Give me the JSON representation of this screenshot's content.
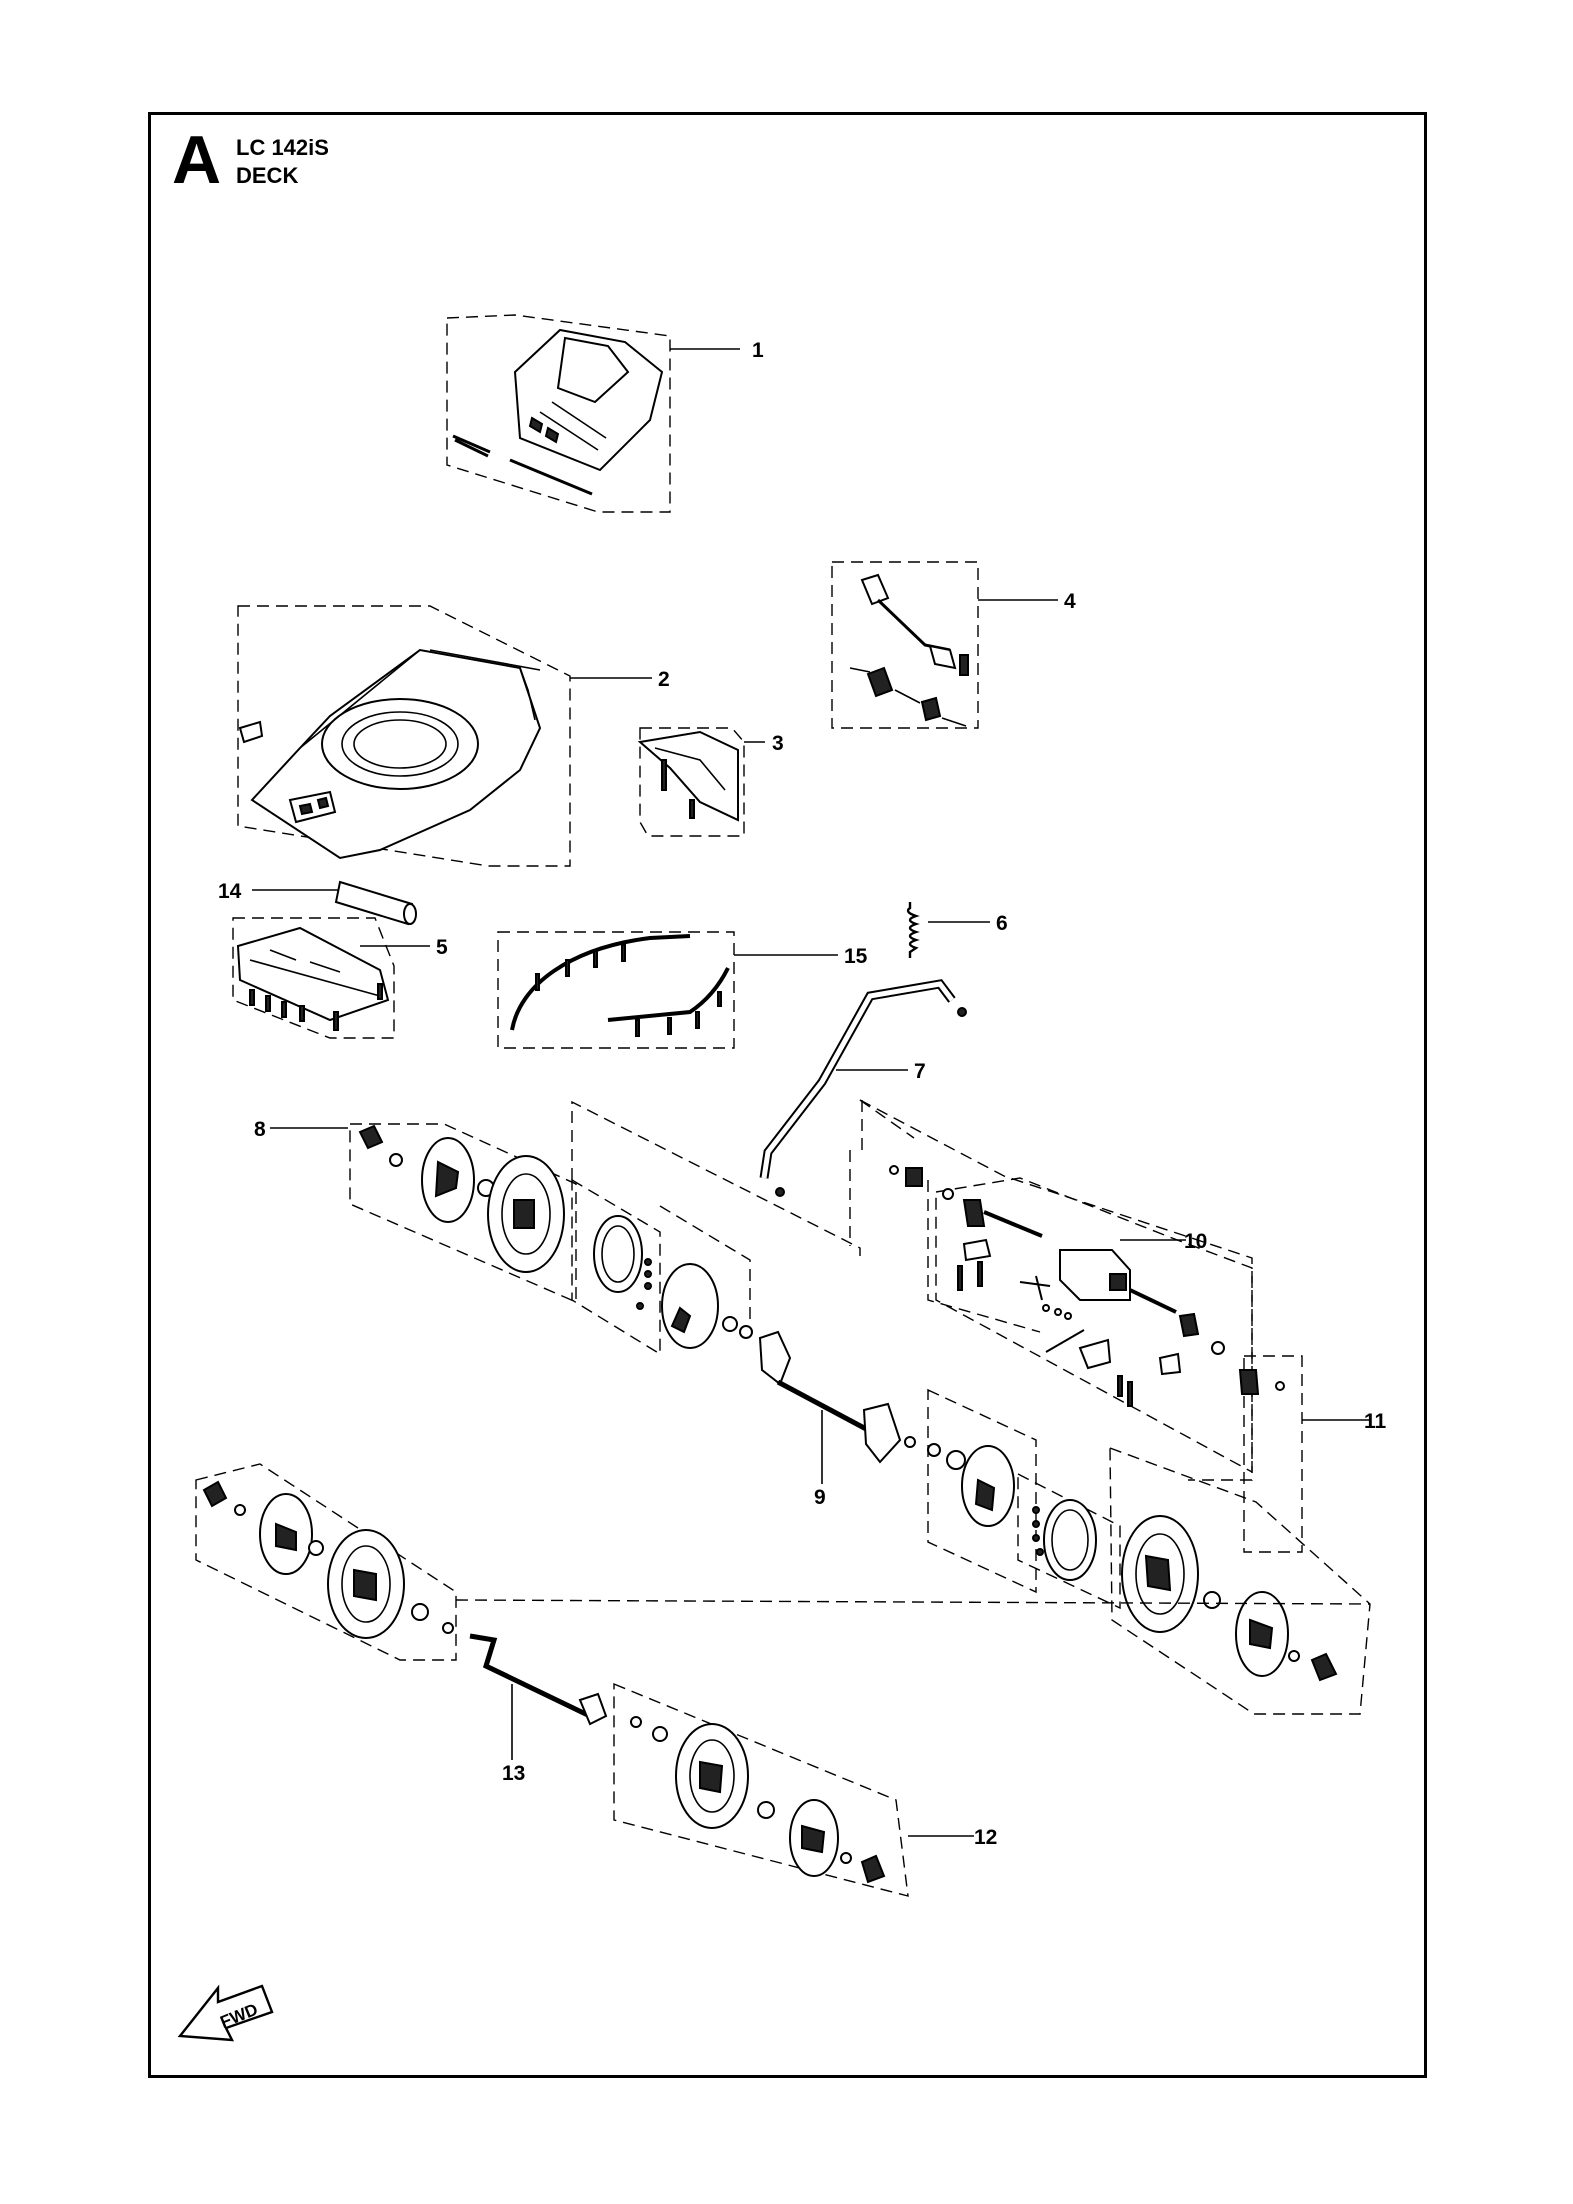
{
  "section": {
    "letter": "A",
    "model": "LC 142iS",
    "group": "DECK"
  },
  "fwd_label": "FWD",
  "callouts": [
    "1",
    "2",
    "3",
    "4",
    "5",
    "6",
    "7",
    "8",
    "9",
    "10",
    "11",
    "12",
    "13",
    "14",
    "15"
  ]
}
